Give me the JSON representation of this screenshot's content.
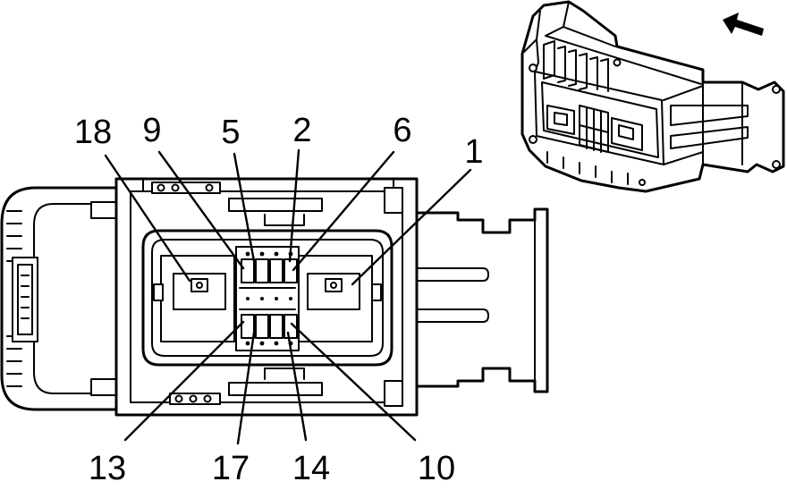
{
  "diagram": {
    "pin_labels_top": {
      "p18": "18",
      "p9": "9",
      "p5": "5",
      "p2": "2",
      "p6": "6",
      "p1": "1"
    },
    "pin_labels_bottom": {
      "p13": "13",
      "p17": "17",
      "p14": "14",
      "p10": "10"
    },
    "icons": {
      "direction": "arrow-left-icon",
      "connector": "connector-front-view",
      "inset": "connector-iso-view"
    },
    "colors": {
      "line": "#000000",
      "background": "#ffffff"
    }
  }
}
